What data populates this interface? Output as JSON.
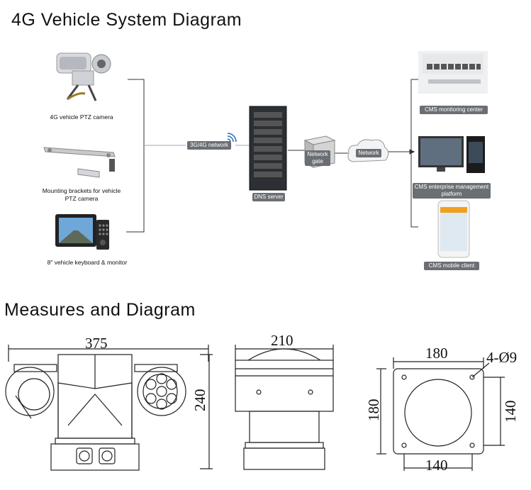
{
  "titles": {
    "system": "4G Vehicle System Diagram",
    "measures": "Measures and Diagram"
  },
  "devices": {
    "camera": "4G vehicle PTZ camera",
    "brackets": "Mounting brackets for vehicle PTZ camera",
    "monitor": "8\" vehicle keyboard & monitor"
  },
  "network": {
    "link_label": "3G/4G network",
    "dns_server": "DNS server",
    "gateway": "Network gate",
    "cloud": "Network"
  },
  "clients": {
    "monitoring": "CMS monitoring center",
    "enterprise": "CMS enterprise management platform",
    "mobile": "CMS mobile client"
  },
  "dimensions": {
    "front_width": "375",
    "height": "240",
    "side_width": "210",
    "base_width": "180",
    "base_height": "180",
    "hole_spacing_x": "140",
    "hole_spacing_y": "140",
    "holes": "4-Ø9"
  }
}
